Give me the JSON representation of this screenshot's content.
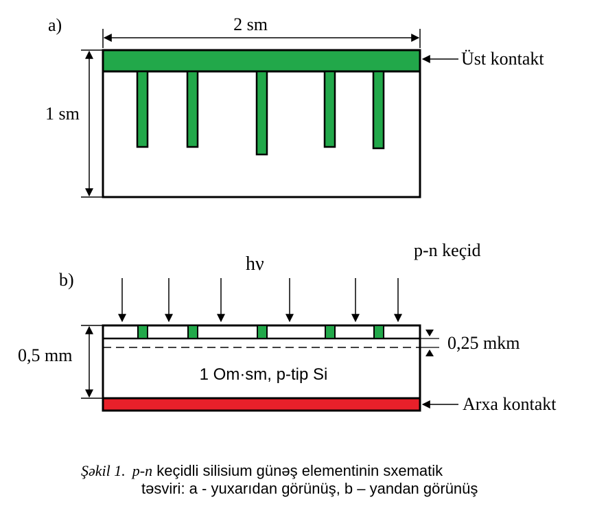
{
  "panel_a": {
    "label": "a)",
    "width_label": "2 sm",
    "height_label": "1 sm",
    "top_contact_label": "Üst kontakt",
    "top_contact_color": "#22a84a"
  },
  "panel_b": {
    "label": "b)",
    "light_label": "hν",
    "junction_label": "p-n keçid",
    "thickness_label": "0,5 mm",
    "junction_depth_label": "0,25 mkm",
    "substrate_label": "1 Om·sm, p-tip Si",
    "back_contact_label": "Arxa kontakt",
    "back_contact_color": "#e8202a",
    "finger_color": "#22a84a"
  },
  "caption": {
    "prefix": "Şəkil 1.",
    "italic_term": "p-n",
    "line1_rest": " keçidli silisium günəş elementinin sxematik",
    "line2": "təsviri: a - yuxarıdan görünüş, b – yandan görünüş"
  }
}
